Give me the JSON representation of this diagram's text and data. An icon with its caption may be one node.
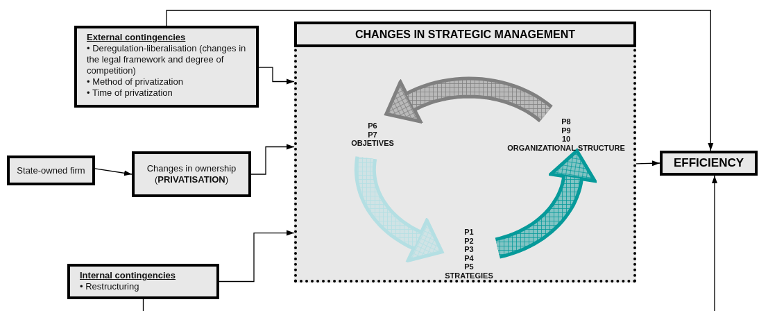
{
  "diagram": {
    "nodes": [
      {
        "text": [
          "External contingencies",
          "• Deregulation-liberalisation (changes in the legal framework and degree of competition)",
          "• Method of privatization",
          "• Time of privatization"
        ]
      },
      {
        "text": [
          "State-owned firm"
        ]
      },
      {
        "text": [
          "Changes in ownership (**PRIVATISATION**)"
        ]
      },
      {
        "text": [
          "Internal contingencies",
          "• Restructuring"
        ]
      },
      {
        "text": [
          "CHANGES IN STRATEGIC MANAGEMENT"
        ]
      },
      {
        "text": [
          "P6",
          "P7",
          "OBJETIVES"
        ],
        "in": 4
      },
      {
        "text": [
          "P8",
          "P9",
          "10",
          "ORGANIZATIONAL STRUCTURE"
        ],
        "in": 4
      },
      {
        "text": [
          "P1",
          "P2",
          "P3",
          "P4",
          "P5",
          "STRATEGIES"
        ],
        "in": 4
      },
      {
        "text": [
          "EFFICIENCY"
        ]
      }
    ],
    "edges": [
      {
        "from": 0,
        "to": 4,
        "arrow": "to"
      },
      {
        "from": 0,
        "to": 8,
        "arrow": "to"
      },
      {
        "from": 1,
        "to": 2,
        "arrow": "to"
      },
      {
        "from": 2,
        "to": 4,
        "arrow": "to"
      },
      {
        "from": 3,
        "to": 4,
        "arrow": "to"
      },
      {
        "from": 3,
        "to": 8,
        "arrow": "to"
      },
      {
        "from": 4,
        "to": 8,
        "arrow": "to"
      },
      {
        "from": 5,
        "to": 7,
        "arrow": "to",
        "style": "thick",
        "color": "#b4dfe3"
      },
      {
        "from": 7,
        "to": 6,
        "arrow": "to",
        "style": "thick",
        "color": "#069a9a"
      },
      {
        "from": 6,
        "to": 5,
        "arrow": "to",
        "style": "thick",
        "color": "#808080"
      }
    ]
  }
}
